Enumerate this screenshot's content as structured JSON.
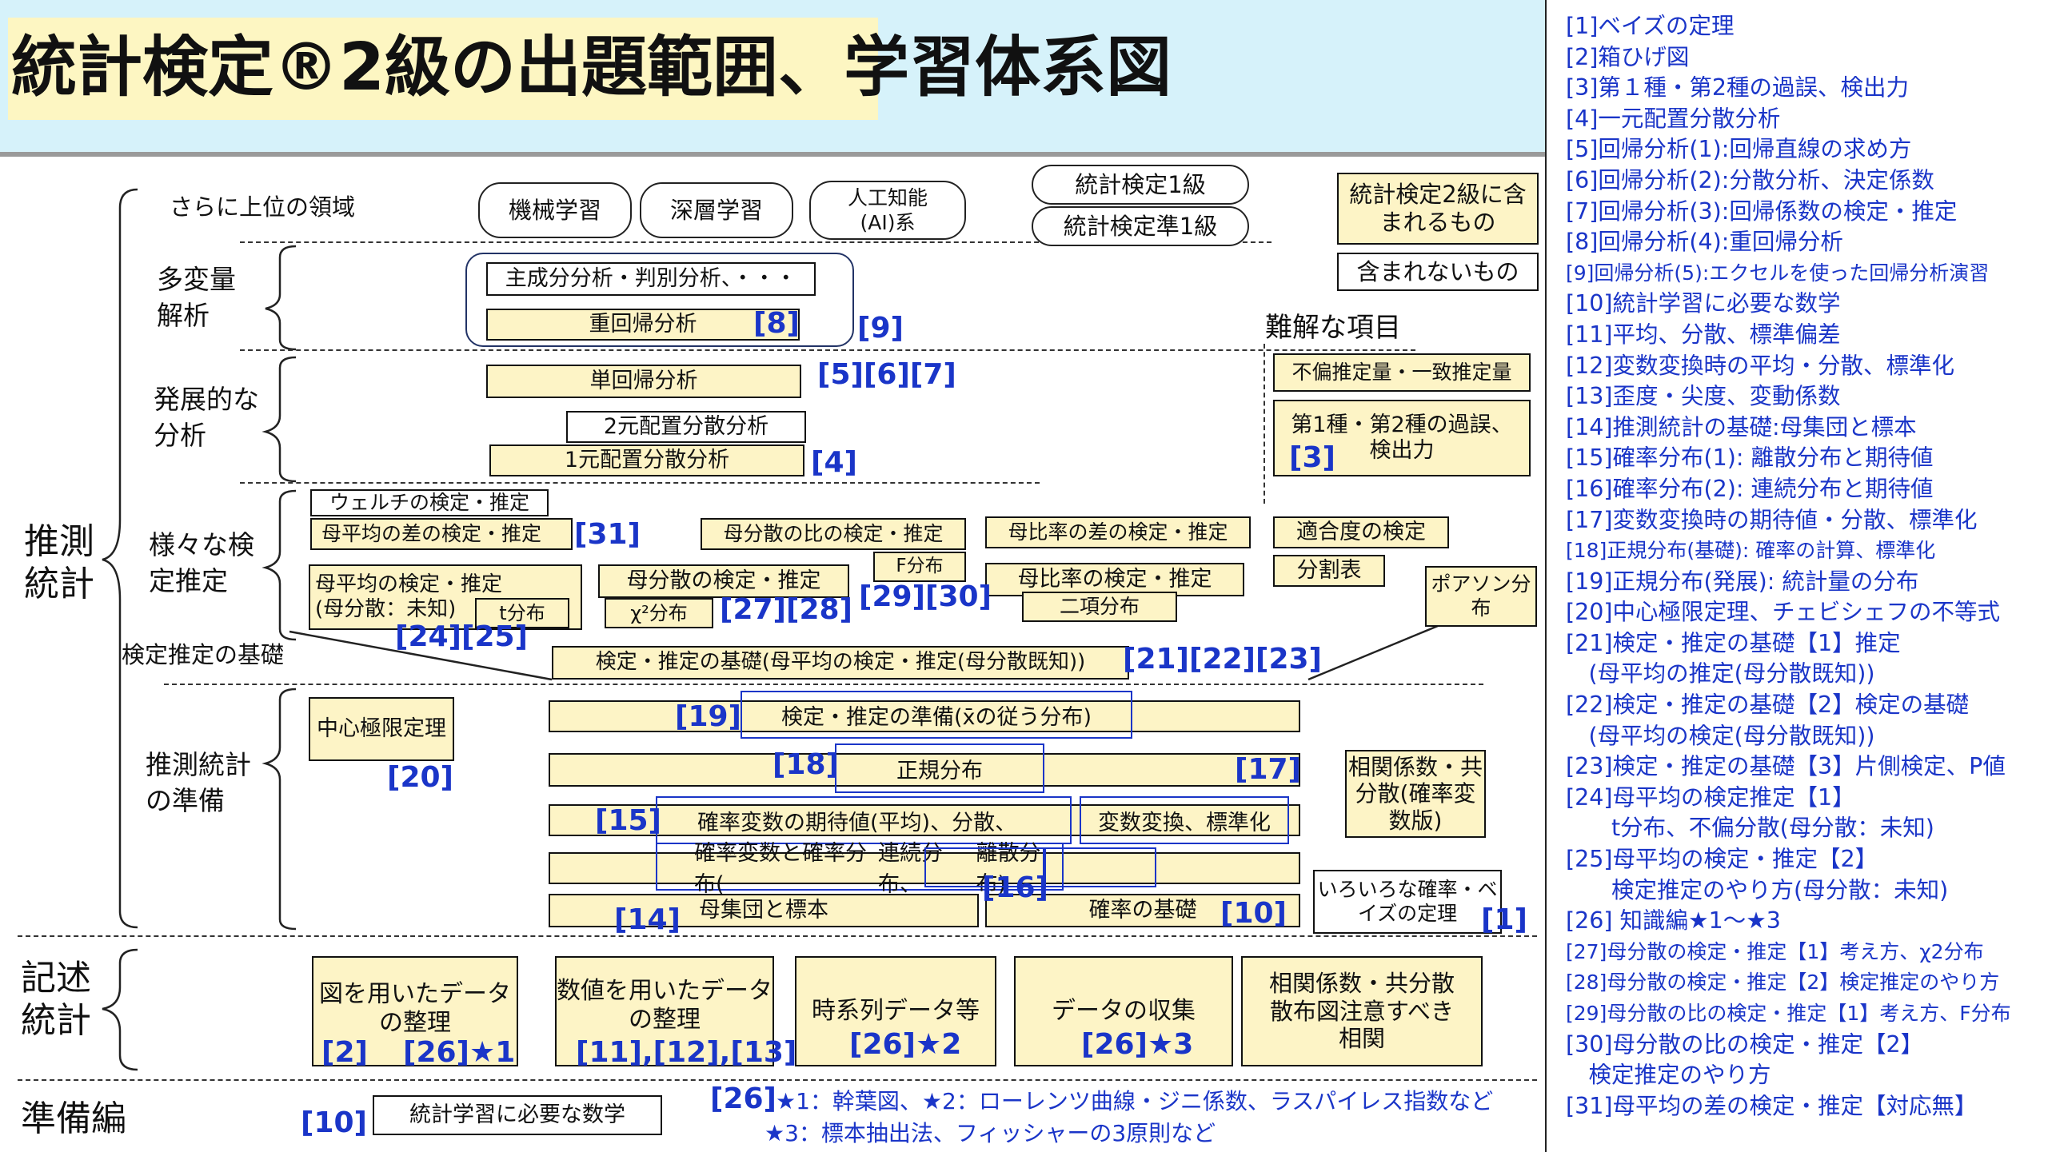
{
  "title": {
    "part1": "統計検定®2級の出題範囲",
    "part2": "、学習体系図"
  },
  "side": {
    "inference": "推測統計",
    "descriptive": "記述統計",
    "prep": "準備編"
  },
  "sections": {
    "higher": "さらに上位の領域",
    "multivariate": "多変量解析",
    "advanced": "発展的な分析",
    "various_tests": "様々な検定推定",
    "test_basics": "検定推定の基礎",
    "inference_prep": "推測統計の準備"
  },
  "higher": {
    "ml": "機械学習",
    "dl": "深層学習",
    "ai_line1": "人工知能",
    "ai_line2": "(AI)系",
    "kyu1": "統計検定1級",
    "jun1": "統計検定準1級"
  },
  "key": {
    "included": "統計検定2級に含まれるもの",
    "excluded": "含まれないもの"
  },
  "difficult": {
    "title": "難解な項目",
    "unbiased": "不偏推定量・一致推定量",
    "error_types": "第1種・第2種の過誤、検出力"
  },
  "boxes": {
    "pca": "主成分分析・判別分析、・・・",
    "multi_reg": "重回帰分析",
    "single_reg": "単回帰分析",
    "anova2": "2元配置分散分析",
    "anova1": "1元配置分散分析",
    "welch": "ウェルチの検定・推定",
    "mean_diff": "母平均の差の検定・推定",
    "var_ratio": "母分散の比の検定・推定",
    "f_dist": "F分布",
    "prop_diff": "母比率の差の検定・推定",
    "goodness": "適合度の検定",
    "contingency": "分割表",
    "mean_test": "母平均の検定・推定",
    "mean_test_sub": "(母分散：未知)",
    "t_dist": "t分布",
    "var_test": "母分散の検定・推定",
    "chi_dist": "χ²分布",
    "prop_test": "母比率の検定・推定",
    "binomial": "二項分布",
    "poisson": "ポアソン分布",
    "basics": "検定・推定の基礎(母平均の検定・推定(母分散既知))",
    "clt": "中心極限定理",
    "prep_test": "検定・推定の準備(x̄の従う分布)",
    "normal": "正規分布",
    "expect_a": "確率変数の期待値(平均)、分散、",
    "expect_b": "変数変換、標準化",
    "rv_a": "確率変数と確率分布(",
    "rv_b": "連続分布、",
    "rv_c": "離散分布)",
    "population": "母集団と標本",
    "prob_basics": "確率の基礎",
    "correlation": "相関係数・共分散(確率変数版)",
    "bayes": "いろいろな確率・ベイズの定理",
    "graph": "図を用いたデータの整理",
    "numeric": "数値を用いたデータの整理",
    "timeseries": "時系列データ等",
    "collection": "データの収集",
    "corr_desc": "相関係数・共分散散布図注意すべき相関",
    "math": "統計学習に必要な数学"
  },
  "refs": {
    "r8": "[8]",
    "r9": "[9]",
    "r567": "[5][6][7]",
    "r4": "[4]",
    "r3": "[3]",
    "r31": "[31]",
    "r2930": "[29][30]",
    "r2728": "[27][28]",
    "r2425": "[24][25]",
    "r212223": "[21][22][23]",
    "r19": "[19]",
    "r20": "[20]",
    "r18": "[18]",
    "r17": "[17]",
    "r15": "[15]",
    "r16": "[16]",
    "r14": "[14]",
    "r10": "[10]",
    "r1": "[1]",
    "r2": "[2]",
    "r26s1": "[26]★1",
    "r111213": "[11],[12],[13]",
    "r26s2": "[26]★2",
    "r26s3": "[26]★3",
    "r26": "[26]",
    "r10b": "[10]"
  },
  "footnote": {
    "line1": "★1：幹葉図、★2：ローレンツ曲線・ジニ係数、ラスパイレス指数など",
    "line2": "★3：標本抽出法、フィッシャーの3原則など"
  },
  "legend": [
    "[1]ベイズの定理",
    "[2]箱ひげ図",
    "[3]第１種・第2種の過誤、検出力",
    "[4]一元配置分散分析",
    "[5]回帰分析(1):回帰直線の求め方",
    "[6]回帰分析(2):分散分析、決定係数",
    "[7]回帰分析(3):回帰係数の検定・推定",
    "[8]回帰分析(4):重回帰分析",
    "[9]回帰分析(5):エクセルを使った回帰分析演習",
    "[10]統計学習に必要な数学",
    "[11]平均、分散、標準偏差",
    "[12]変数変換時の平均・分散、標準化",
    "[13]歪度・尖度、変動係数",
    "[14]推測統計の基礎:母集団と標本",
    "[15]確率分布(1): 離散分布と期待値",
    "[16]確率分布(2): 連続分布と期待値",
    "[17]変数変換時の期待値・分散、標準化",
    "[18]正規分布(基礎): 確率の計算、標準化",
    "[19]正規分布(発展): 統計量の分布",
    "[20]中心極限定理、チェビシェフの不等式",
    "[21]検定・推定の基礎【1】推定",
    "　(母平均の推定(母分散既知))",
    "[22]検定・推定の基礎【2】検定の基礎",
    "　(母平均の検定(母分散既知))",
    "[23]検定・推定の基礎【3】片側検定、P値",
    "[24]母平均の検定推定【1】",
    "　　t分布、不偏分散(母分散：未知)",
    "[25]母平均の検定・推定【2】",
    "　　検定推定のやり方(母分散：未知)",
    "[26] 知識編★1～★3",
    "[27]母分散の検定・推定【1】考え方、χ2分布",
    "[28]母分散の検定・推定【2】検定推定のやり方",
    "[29]母分散の比の検定・推定【1】考え方、F分布",
    "[30]母分散の比の検定・推定【2】",
    "　検定推定のやり方",
    "[31]母平均の差の検定・推定【対応無】"
  ]
}
